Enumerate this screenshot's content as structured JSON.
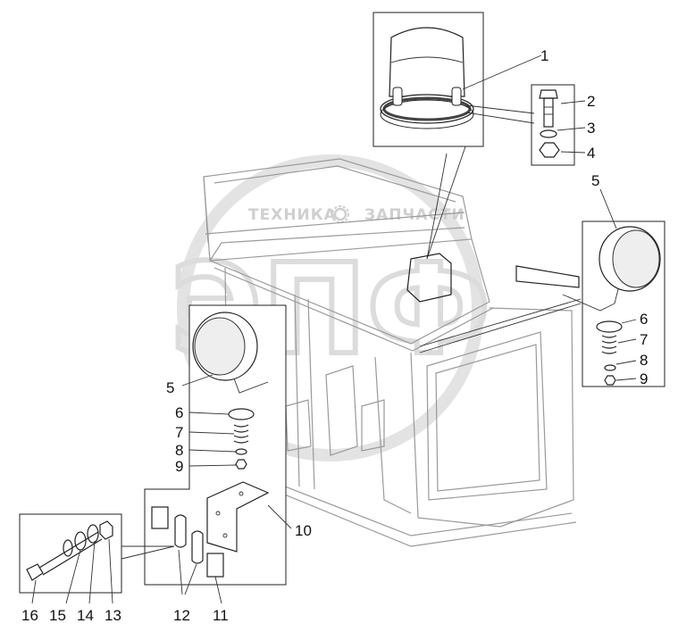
{
  "watermark": {
    "left_word": "ТЕХНИКА",
    "right_word": "ЗАПЧАСТИ",
    "logo_letters": "ЭПФ"
  },
  "callouts": {
    "c1": "1",
    "c2": "2",
    "c3": "3",
    "c4": "4",
    "c5_right": "5",
    "c6_right": "6",
    "c7_right": "7",
    "c8_right": "8",
    "c9_right": "9",
    "c5_left": "5",
    "c6_left": "6",
    "c7_left": "7",
    "c8_left": "8",
    "c9_left": "9",
    "c10": "10",
    "c11": "11",
    "c12": "12",
    "c13": "13",
    "c14": "14",
    "c15": "15",
    "c16": "16"
  },
  "colors": {
    "line": "#222222",
    "cab": "#9a9a9a",
    "watermark": "#cfcfcf"
  }
}
